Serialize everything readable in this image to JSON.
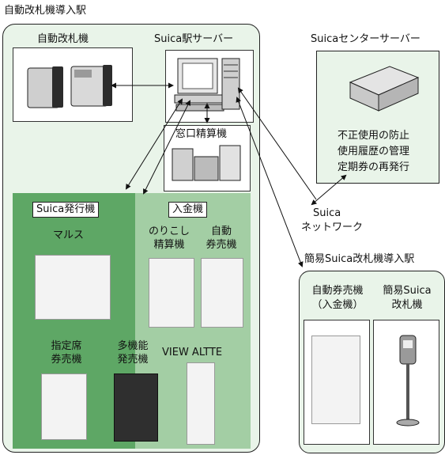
{
  "title": "自動改札機導入駅",
  "machines": {
    "gate": "自動改札機",
    "server": "Suica駅サーバー",
    "fare_adjust": "窓口精算機",
    "center": "Suicaセンターサーバー",
    "center_functions": [
      "不正使用の防止",
      "使用履歴の管理",
      "定期券の再発行"
    ],
    "network": [
      "Suica",
      "ネットワーク"
    ]
  },
  "issuing": {
    "header": "Suica発行機",
    "mars": "マルス",
    "reserved": [
      "指定席",
      "券売機"
    ],
    "multi": [
      "多機能",
      "発売機"
    ]
  },
  "deposit": {
    "header": "入金機",
    "norikoshi": [
      "のりこし",
      "精算機"
    ],
    "auto_ticket": [
      "自動",
      "券売機"
    ],
    "view_altte": "VIEW ALTTE"
  },
  "simple_station": {
    "title": "簡易Suica改札機導入駅",
    "auto_ticket": [
      "自動券売機",
      "（入金機）"
    ],
    "simple_gate": [
      "簡易Suica",
      "改札機"
    ]
  }
}
